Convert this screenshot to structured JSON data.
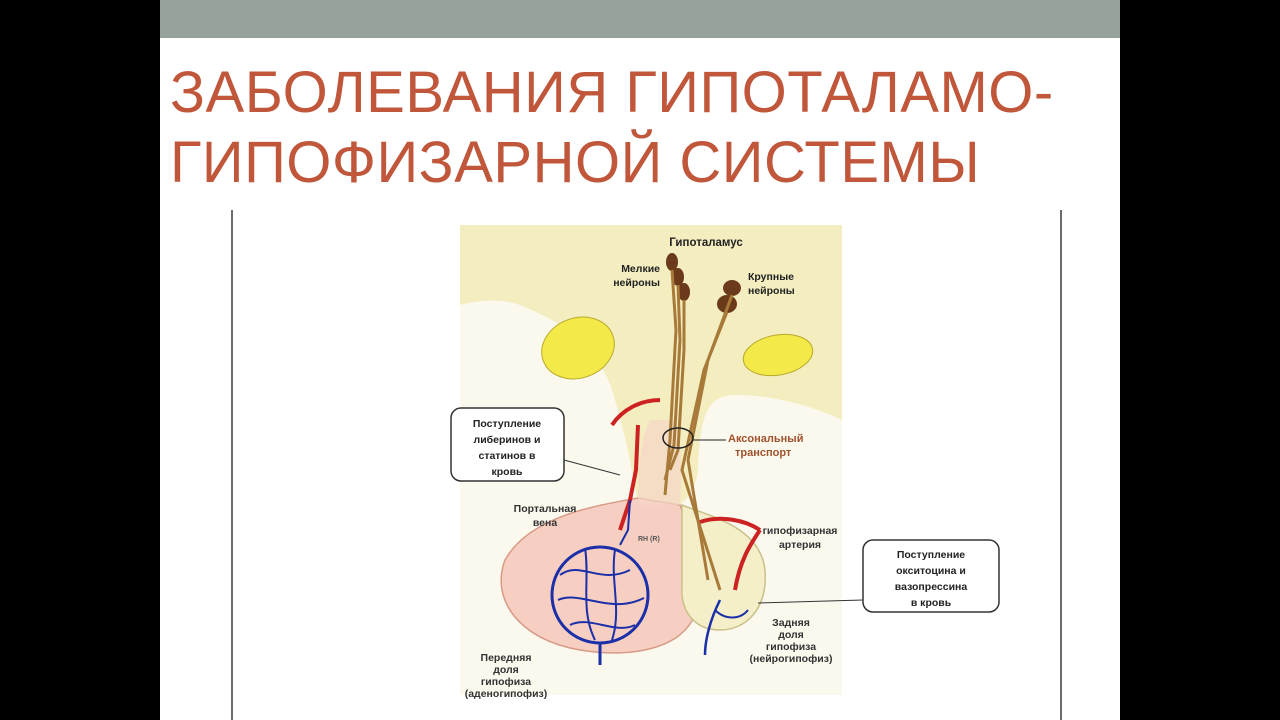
{
  "slide": {
    "title_line1": "ЗАБОЛЕВАНИЯ ГИПОТАЛАМО-",
    "title_line2": "ГИПОФИЗАРНОЙ СИСТЕМЫ"
  },
  "diagram": {
    "hypothalamus": "Гипоталамус",
    "small_neurons": [
      "Мелкие",
      "нейроны"
    ],
    "large_neurons": [
      "Крупные",
      "нейроны"
    ],
    "axonal_transport": [
      "Аксональный",
      "транспорт"
    ],
    "liberins_box": [
      "Поступление",
      "либеринов и",
      "статинов в",
      "кровь"
    ],
    "portal_vein": [
      "Портальная",
      "вена"
    ],
    "pituitary_artery": [
      "гипофизарная",
      "артерия"
    ],
    "oxytocin_box": [
      "Поступление",
      "окситоцина и",
      "вазопрессина",
      "в кровь"
    ],
    "posterior_lobe": [
      "Задняя",
      "доля",
      "гипофиза",
      "(нейрогипофиз)"
    ],
    "anterior_lobe": [
      "Передняя",
      "доля",
      "гипофиза",
      "(аденогипофиз)"
    ],
    "rh_label": "RH (R)"
  },
  "colors": {
    "title": "#c0563a",
    "topbar": "#95a39a",
    "artery": "#cc2222",
    "vein": "#1a2fa8",
    "neuron": "#6b3a1a",
    "yellow_body": "#f3ea4a"
  }
}
